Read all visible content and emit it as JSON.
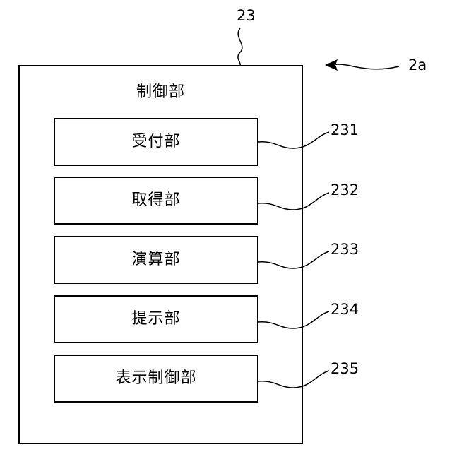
{
  "unit": {
    "ref_label": "23",
    "title": "制御部",
    "blocks": [
      {
        "label": "受付部",
        "ref": "231"
      },
      {
        "label": "取得部",
        "ref": "232"
      },
      {
        "label": "演算部",
        "ref": "233"
      },
      {
        "label": "提示部",
        "ref": "234"
      },
      {
        "label": "表示制御部",
        "ref": "235"
      }
    ]
  },
  "device_ref": "2a"
}
